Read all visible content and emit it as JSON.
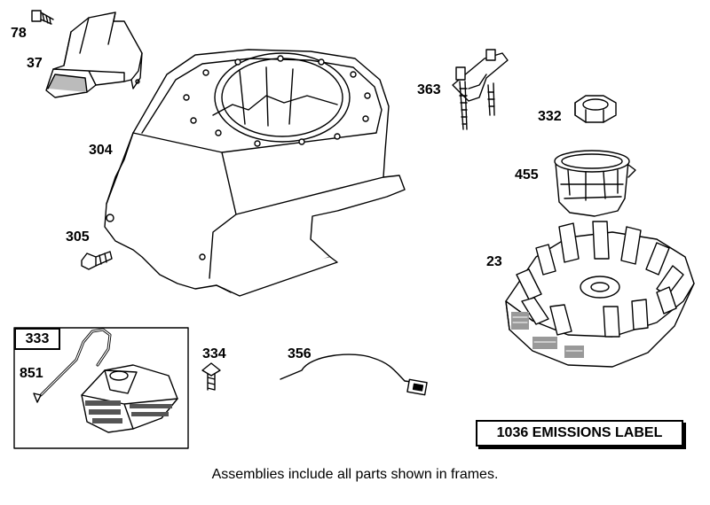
{
  "labels": {
    "p78": "78",
    "p37": "37",
    "p304": "304",
    "p305": "305",
    "p363": "363",
    "p332": "332",
    "p455": "455",
    "p23": "23",
    "p333": "333",
    "p851": "851",
    "p334": "334",
    "p356": "356"
  },
  "emissions_label": "1036 EMISSIONS LABEL",
  "footnote": "Assemblies include all parts shown in frames."
}
